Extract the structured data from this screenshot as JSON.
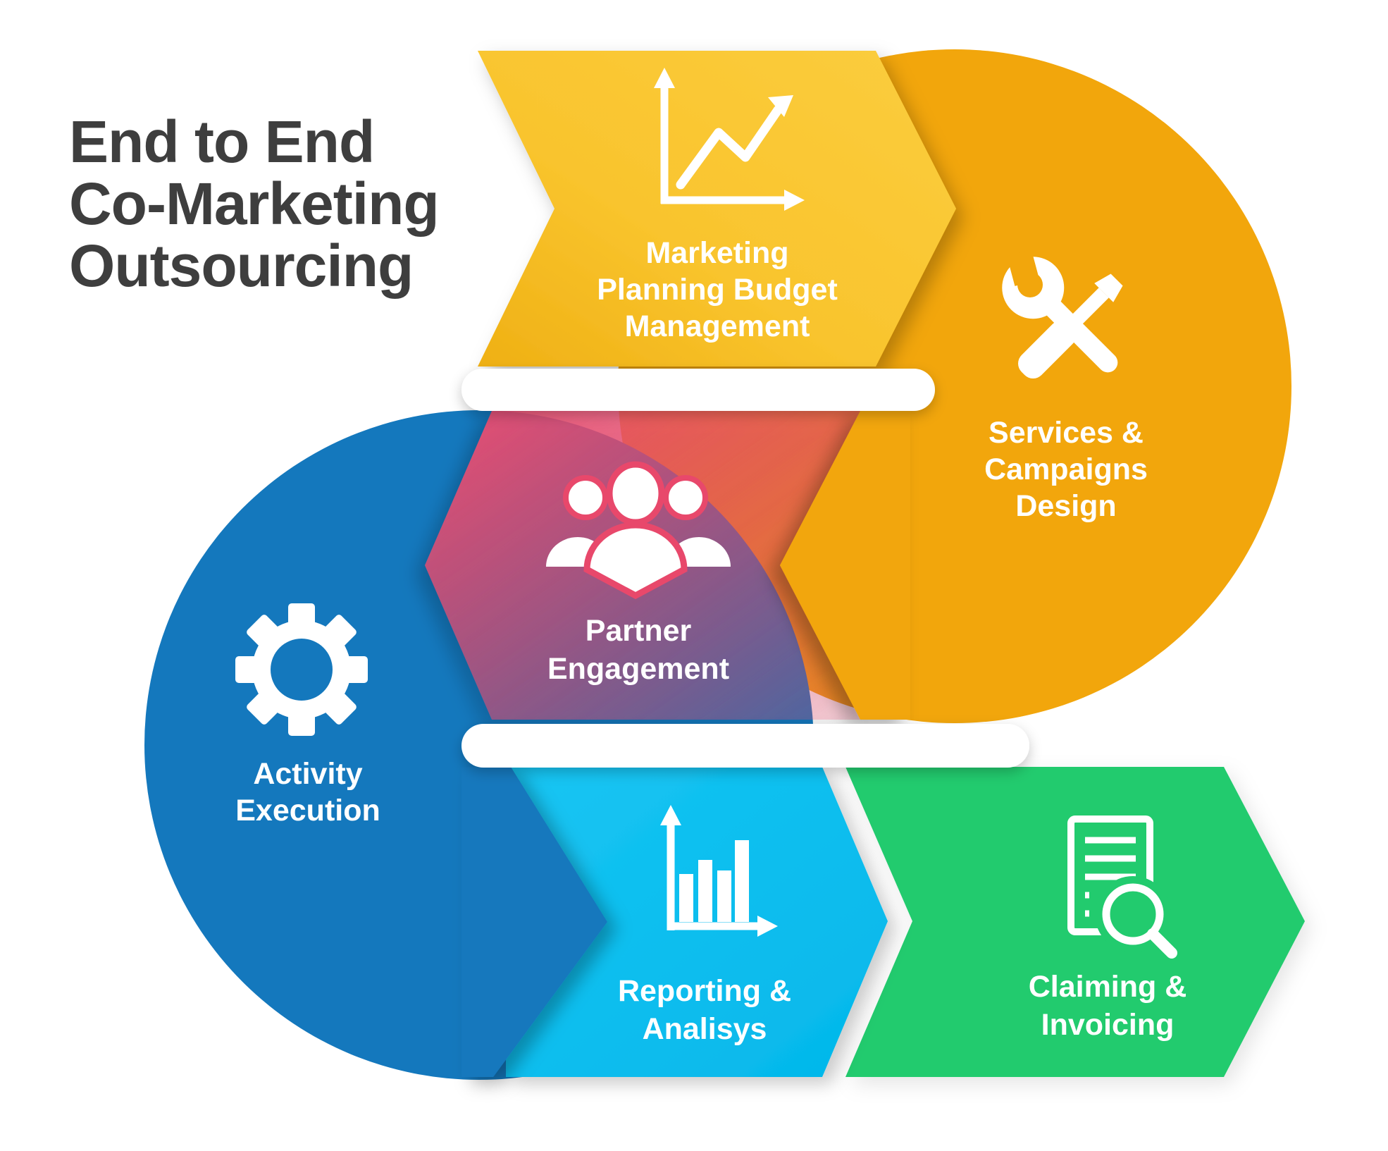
{
  "title": {
    "lines": [
      "End to End",
      "Co-Marketing",
      "Outsourcing"
    ],
    "color": "#3E3E3E"
  },
  "steps": [
    {
      "id": "marketing-planning-budget-management",
      "label_lines": [
        "Marketing",
        "Planning Budget",
        "Management"
      ],
      "shape": "arrow-right",
      "color": "#F9C42D",
      "icon": "growth-chart-icon"
    },
    {
      "id": "services-campaigns-design",
      "label_lines": [
        "Services &",
        "Campaigns",
        "Design"
      ],
      "shape": "circle",
      "color": "#F2A60C",
      "icon": "tools-icon"
    },
    {
      "id": "partner-engagement",
      "label_lines": [
        "Partner",
        "Engagement"
      ],
      "shape": "arrow-left",
      "color": "#E8486B",
      "icon": "partners-icon"
    },
    {
      "id": "activity-execution",
      "label_lines": [
        "Activity",
        "Execution"
      ],
      "shape": "circle",
      "color": "#1478BD",
      "icon": "gear-icon"
    },
    {
      "id": "reporting-analisys",
      "label_lines": [
        "Reporting &",
        "Analisys"
      ],
      "shape": "arrow-right",
      "color": "#0CC0F0",
      "icon": "bar-chart-icon"
    },
    {
      "id": "claiming-invoicing",
      "label_lines": [
        "Claiming &",
        "Invoicing"
      ],
      "shape": "arrow-right",
      "color": "#22CB6E",
      "icon": "invoice-search-icon"
    }
  ],
  "background_color": "#FFFFFF",
  "text_color_on_shapes": "#FFFFFF"
}
